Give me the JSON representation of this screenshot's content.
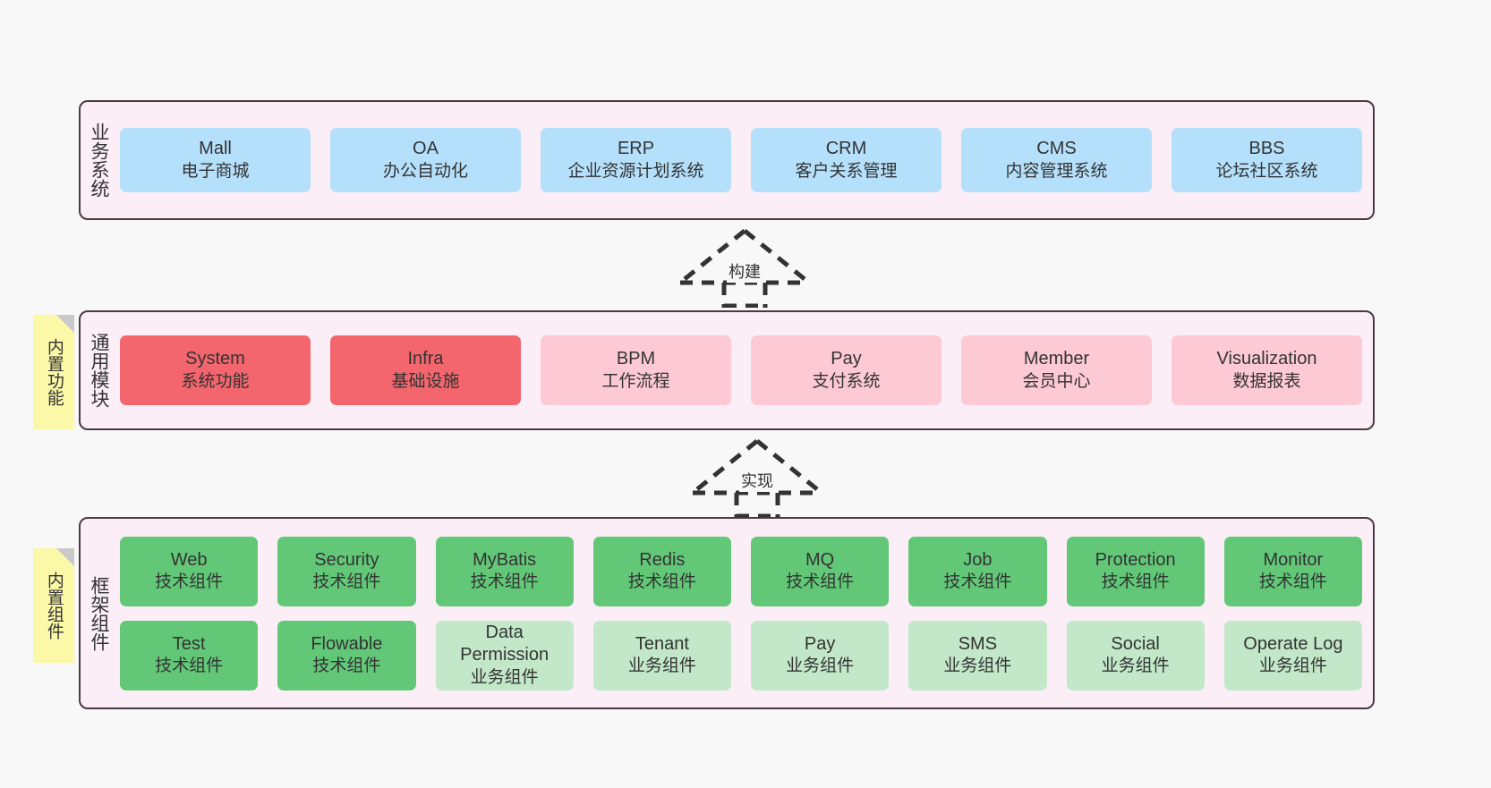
{
  "layers": [
    {
      "id": "business",
      "title": "业务系统",
      "rows": [
        {
          "cards": [
            {
              "en": "Mall",
              "cn": "电子商城",
              "color": "#b5e0fb"
            },
            {
              "en": "OA",
              "cn": "办公自动化",
              "color": "#b5e0fb"
            },
            {
              "en": "ERP",
              "cn": "企业资源计划系统",
              "color": "#b5e0fb"
            },
            {
              "en": "CRM",
              "cn": "客户关系管理",
              "color": "#b5e0fb"
            },
            {
              "en": "CMS",
              "cn": "内容管理系统",
              "color": "#b5e0fb"
            },
            {
              "en": "BBS",
              "cn": "论坛社区系统",
              "color": "#b5e0fb"
            }
          ]
        }
      ]
    },
    {
      "id": "modules",
      "title": "通用模块",
      "sticky": "内置功能",
      "rows": [
        {
          "cards": [
            {
              "en": "System",
              "cn": "系统功能",
              "color": "#f4666d"
            },
            {
              "en": "Infra",
              "cn": "基础设施",
              "color": "#f4666d"
            },
            {
              "en": "BPM",
              "cn": "工作流程",
              "color": "#fcc9d4"
            },
            {
              "en": "Pay",
              "cn": "支付系统",
              "color": "#fcc9d4"
            },
            {
              "en": "Member",
              "cn": "会员中心",
              "color": "#fcc9d4"
            },
            {
              "en": "Visualization",
              "cn": "数据报表",
              "color": "#fcc9d4"
            }
          ]
        }
      ]
    },
    {
      "id": "framework",
      "title": "框架组件",
      "sticky": "内置组件",
      "rows": [
        {
          "cards": [
            {
              "en": "Web",
              "cn": "技术组件",
              "color": "#62c878"
            },
            {
              "en": "Security",
              "cn": "技术组件",
              "color": "#62c878"
            },
            {
              "en": "MyBatis",
              "cn": "技术组件",
              "color": "#62c878"
            },
            {
              "en": "Redis",
              "cn": "技术组件",
              "color": "#62c878"
            },
            {
              "en": "MQ",
              "cn": "技术组件",
              "color": "#62c878"
            },
            {
              "en": "Job",
              "cn": "技术组件",
              "color": "#62c878"
            },
            {
              "en": "Protection",
              "cn": "技术组件",
              "color": "#62c878"
            },
            {
              "en": "Monitor",
              "cn": "技术组件",
              "color": "#62c878"
            }
          ]
        },
        {
          "cards": [
            {
              "en": "Test",
              "cn": "技术组件",
              "color": "#62c878"
            },
            {
              "en": "Flowable",
              "cn": "技术组件",
              "color": "#62c878"
            },
            {
              "en": "Data Permission",
              "cn": "业务组件",
              "color": "#c2e8c9",
              "wrap": true
            },
            {
              "en": "Tenant",
              "cn": "业务组件",
              "color": "#c2e8c9"
            },
            {
              "en": "Pay",
              "cn": "业务组件",
              "color": "#c2e8c9"
            },
            {
              "en": "SMS",
              "cn": "业务组件",
              "color": "#c2e8c9"
            },
            {
              "en": "Social",
              "cn": "业务组件",
              "color": "#c2e8c9"
            },
            {
              "en": "Operate Log",
              "cn": "业务组件",
              "color": "#c2e8c9"
            }
          ]
        }
      ]
    }
  ],
  "relations": [
    {
      "id": "build",
      "label": "构建",
      "from": "modules",
      "to": "business",
      "style": "dashed-hollow-arrow-up"
    },
    {
      "id": "impl",
      "label": "实现",
      "from": "framework",
      "to": "modules",
      "style": "dashed-hollow-arrow-up"
    }
  ],
  "palette": {
    "canvas_background": "#f8f8f8",
    "layer_background": "#fbeef6",
    "layer_border": "#4a3a44",
    "sticky_background": "#fbf8a8",
    "sticky_fold": "#c9c9c9",
    "business_card": "#b5e0fb",
    "module_core": "#f4666d",
    "module_optional": "#fcc9d4",
    "framework_tech": "#62c878",
    "framework_business": "#c2e8c9",
    "text": "#333333"
  }
}
